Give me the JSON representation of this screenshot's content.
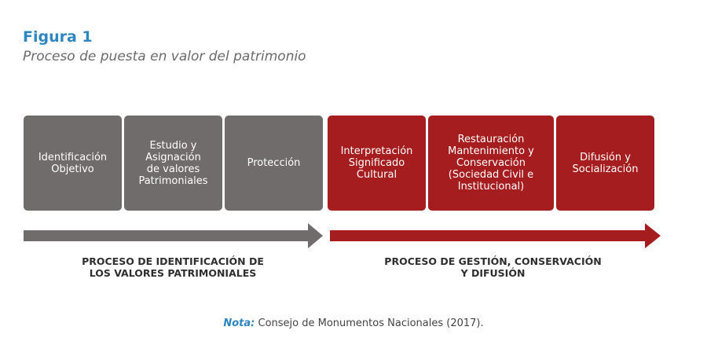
{
  "figure": {
    "label": "Figura 1",
    "title": "Proceso de puesta en valor del patrimonio"
  },
  "steps": [
    {
      "text": "Identificación\nObjetivo",
      "group": "identification"
    },
    {
      "text": "Estudio y\nAsignación\nde valores\nPatrimoniales",
      "group": "identification"
    },
    {
      "text": "Protección",
      "group": "identification"
    },
    {
      "text": "Interpretación\nSignificado\nCultural",
      "group": "management"
    },
    {
      "text": "Restauración\nMantenimiento y\nConservación\n(Sociedad Civil e\nInstitucional)",
      "group": "management"
    },
    {
      "text": "Difusión y\nSocialización",
      "group": "management"
    }
  ],
  "processes": [
    {
      "label": "PROCESO DE IDENTIFICACIÓN DE\nLOS VALORES PATRIMONIALES"
    },
    {
      "label": "PROCESO DE GESTIÓN, CONSERVACIÓN\nY DIFUSIÓN"
    }
  ],
  "source": {
    "note_label": "Nota:",
    "text": "Consejo de Monumentos Nacionales (2017)."
  },
  "colors": {
    "identification": "#6f6c6b",
    "management": "#a51d1f",
    "accent_blue": "#2e86c1"
  }
}
